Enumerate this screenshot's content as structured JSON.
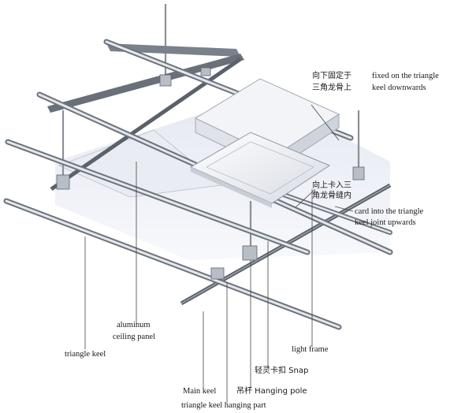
{
  "labels": {
    "fixed_cn_1": "向下固定于",
    "fixed_en_1": "fixed on the triangle",
    "fixed_cn_2": "三角龙骨上",
    "fixed_en_2": "keel downwards",
    "card_cn_1": "向上卡入三",
    "card_cn_2": "角龙骨缝内",
    "card_en_1": "card into the triangle",
    "card_en_2": "keel joint upwards",
    "aluminum_1": "aluminum",
    "aluminum_2": "ceiling panel",
    "triangle_keel": "triangle keel",
    "light_frame": "light frame",
    "snap": "轻灵卡扣  Snap",
    "main_keel": "Main keel",
    "hanging_pole": "吊杆 Hanging pole",
    "hanging_part": "triangle keel hanging part"
  },
  "colors": {
    "keel_dark": "#6f7680",
    "keel_light": "#d9dde2",
    "panel": "#e8ebf2",
    "shadow": "#c8cce4"
  }
}
